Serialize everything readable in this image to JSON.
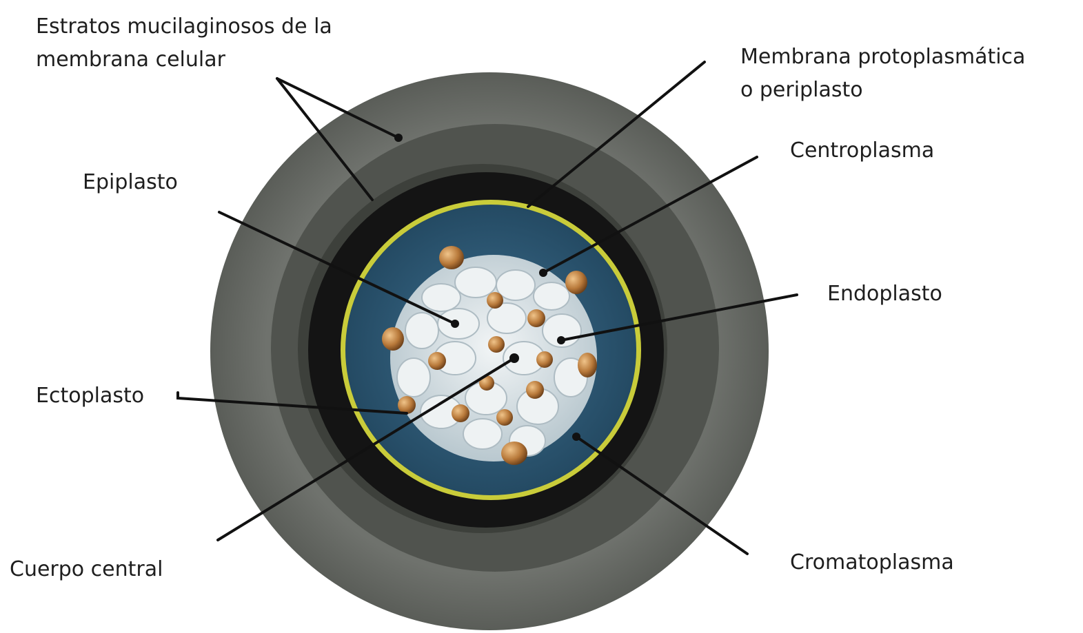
{
  "labels": {
    "estratos_line1": "Estratos mucilaginosos de la",
    "estratos_line2": "membrana celular",
    "membrana_line1": "Membrana protoplasmática",
    "membrana_line2": "o periplasto",
    "centroplasma": "Centroplasma",
    "epiplasto": "Epiplasto",
    "endoplasto": "Endoplasto",
    "ectoplasto": "Ectoplasto",
    "cuerpo_central": "Cuerpo central",
    "cromatoplasma": "Cromatoplasma"
  },
  "colors": {
    "mucilage_outer": "#6d706b",
    "mucilage_inner": "#555853",
    "protoplasmic_membrane": "#121212",
    "periplast_ring": "#c9cc3a",
    "chromatoplasm": "#2f5672",
    "centroplasm": "#dfe6e9",
    "granules": "#b8793a",
    "leader_lines": "#111111"
  }
}
